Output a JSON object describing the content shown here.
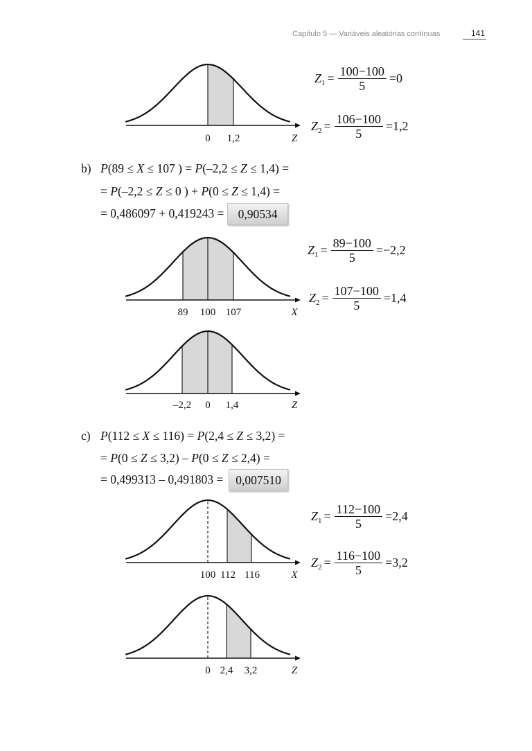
{
  "header": {
    "chapter_title": "Capítulo 5 — Variáveis aleatórias contínuas",
    "page_number": "141"
  },
  "figures": [
    {
      "tick_labels": [
        "0",
        "1,2"
      ],
      "axis_label": "Z"
    },
    {
      "tick_labels": [
        "89",
        "100",
        "107"
      ],
      "axis_label": "X"
    },
    {
      "tick_labels": [
        "–2,2",
        "0",
        "1,4"
      ],
      "axis_label": "Z"
    },
    {
      "tick_labels": [
        "100",
        "112",
        "116"
      ],
      "axis_label": "X"
    },
    {
      "tick_labels": [
        "0",
        "2,4",
        "3,2"
      ],
      "axis_label": "Z"
    }
  ],
  "formulas": [
    {
      "var": "Z",
      "sub": "1",
      "eq": "=",
      "num": "100−100",
      "den": "5",
      "rhs": "=0"
    },
    {
      "var": "Z",
      "sub": "2",
      "eq": "=",
      "num": "106−100",
      "den": "5",
      "rhs": "=1,2"
    },
    {
      "var": "Z",
      "sub": "1",
      "eq": "=",
      "num": "89−100",
      "den": "5",
      "rhs": "=−2,2"
    },
    {
      "var": "Z",
      "sub": "2",
      "eq": "=",
      "num": "107−100",
      "den": "5",
      "rhs": "=1,4"
    },
    {
      "var": "Z",
      "sub": "1",
      "eq": "=",
      "num": "112−100",
      "den": "5",
      "rhs": "=2,4"
    },
    {
      "var": "Z",
      "sub": "2",
      "eq": "=",
      "num": "116−100",
      "den": "5",
      "rhs": "=3,2"
    }
  ],
  "part_b": {
    "label": "b)",
    "lines": [
      "P(89 ≤ X ≤ 107 ) = P(–2,2 ≤ Z ≤ 1,4) =",
      "= P(–2,2 ≤ Z ≤ 0 ) + P(0 ≤ Z ≤ 1,4) =",
      "= 0,486097 + 0,419243 ="
    ],
    "result": "0,90534"
  },
  "part_c": {
    "label": "c)",
    "lines": [
      "P(112 ≤ X ≤ 116) = P(2,4 ≤ Z ≤ 3,2) =",
      "= P(0 ≤ Z ≤ 3,2) – P(0 ≤ Z ≤ 2,4) =",
      "= 0,499313 – 0,491803 ="
    ],
    "result": "0,007510"
  }
}
